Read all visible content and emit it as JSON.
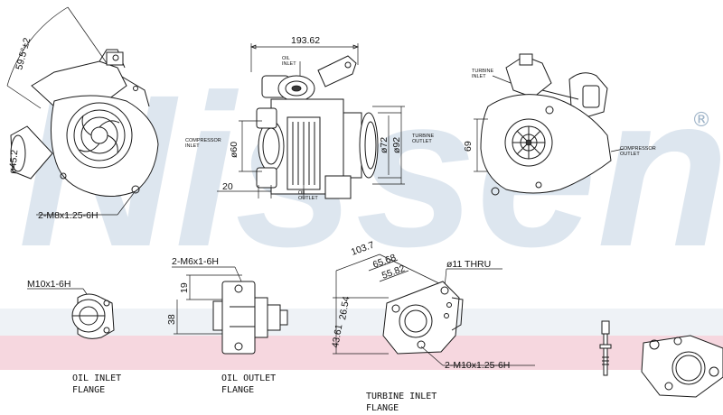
{
  "watermark": {
    "brand_text": "Nissens",
    "registered_mark": "®"
  },
  "dimensions": {
    "angle": "59.5°±2",
    "compressor_outlet_dia": "ø45.2",
    "thread_turbine_flange": "2-M8x1.25-6H",
    "overall_width": "193.62",
    "compressor_inlet_dia": "ø60",
    "turbine_outlet_dia_a": "ø72",
    "turbine_outlet_dia_b": "ø92",
    "offset_20": "20",
    "height_69": "69",
    "oil_inlet_thread": "M10x1-6H",
    "oil_outlet_thread": "2-M6x1-6H",
    "oil_outlet_19": "19",
    "oil_outlet_38": "38",
    "tif_103_7": "103.7",
    "tif_65_68": "65.68",
    "tif_55_82": "55.82",
    "tif_hole": "ø11 THRU",
    "tif_26_54": "26.54",
    "tif_43_61": "43.61",
    "tif_thread": "2-M10x1.25-6H"
  },
  "small_labels": {
    "oil_inlet_1": "OIL",
    "oil_inlet_2": "INLET",
    "compressor_inlet_1": "COMPRESSOR",
    "compressor_inlet_2": "INLET",
    "turbine_outlet_1": "TURBINE",
    "turbine_outlet_2": "OUTLET",
    "oil_outlet_1": "OIL",
    "oil_outlet_2": "OUTLET",
    "turbine_inlet_1": "TURBINE",
    "turbine_inlet_2": "INLET",
    "compressor_outlet_1": "COMPRESSOR",
    "compressor_outlet_2": "OUTLET"
  },
  "captions": {
    "oil_inlet_1": "OIL INLET",
    "oil_inlet_2": "FLANGE",
    "oil_outlet_1": "OIL OUTLET",
    "oil_outlet_2": "FLANGE",
    "turbine_inlet_1": "TURBINE INLET",
    "turbine_inlet_2": "FLANGE"
  },
  "colors": {
    "watermark": "#dde6ef",
    "band_pink": "#f6d7df",
    "line": "#1a1a1a"
  }
}
